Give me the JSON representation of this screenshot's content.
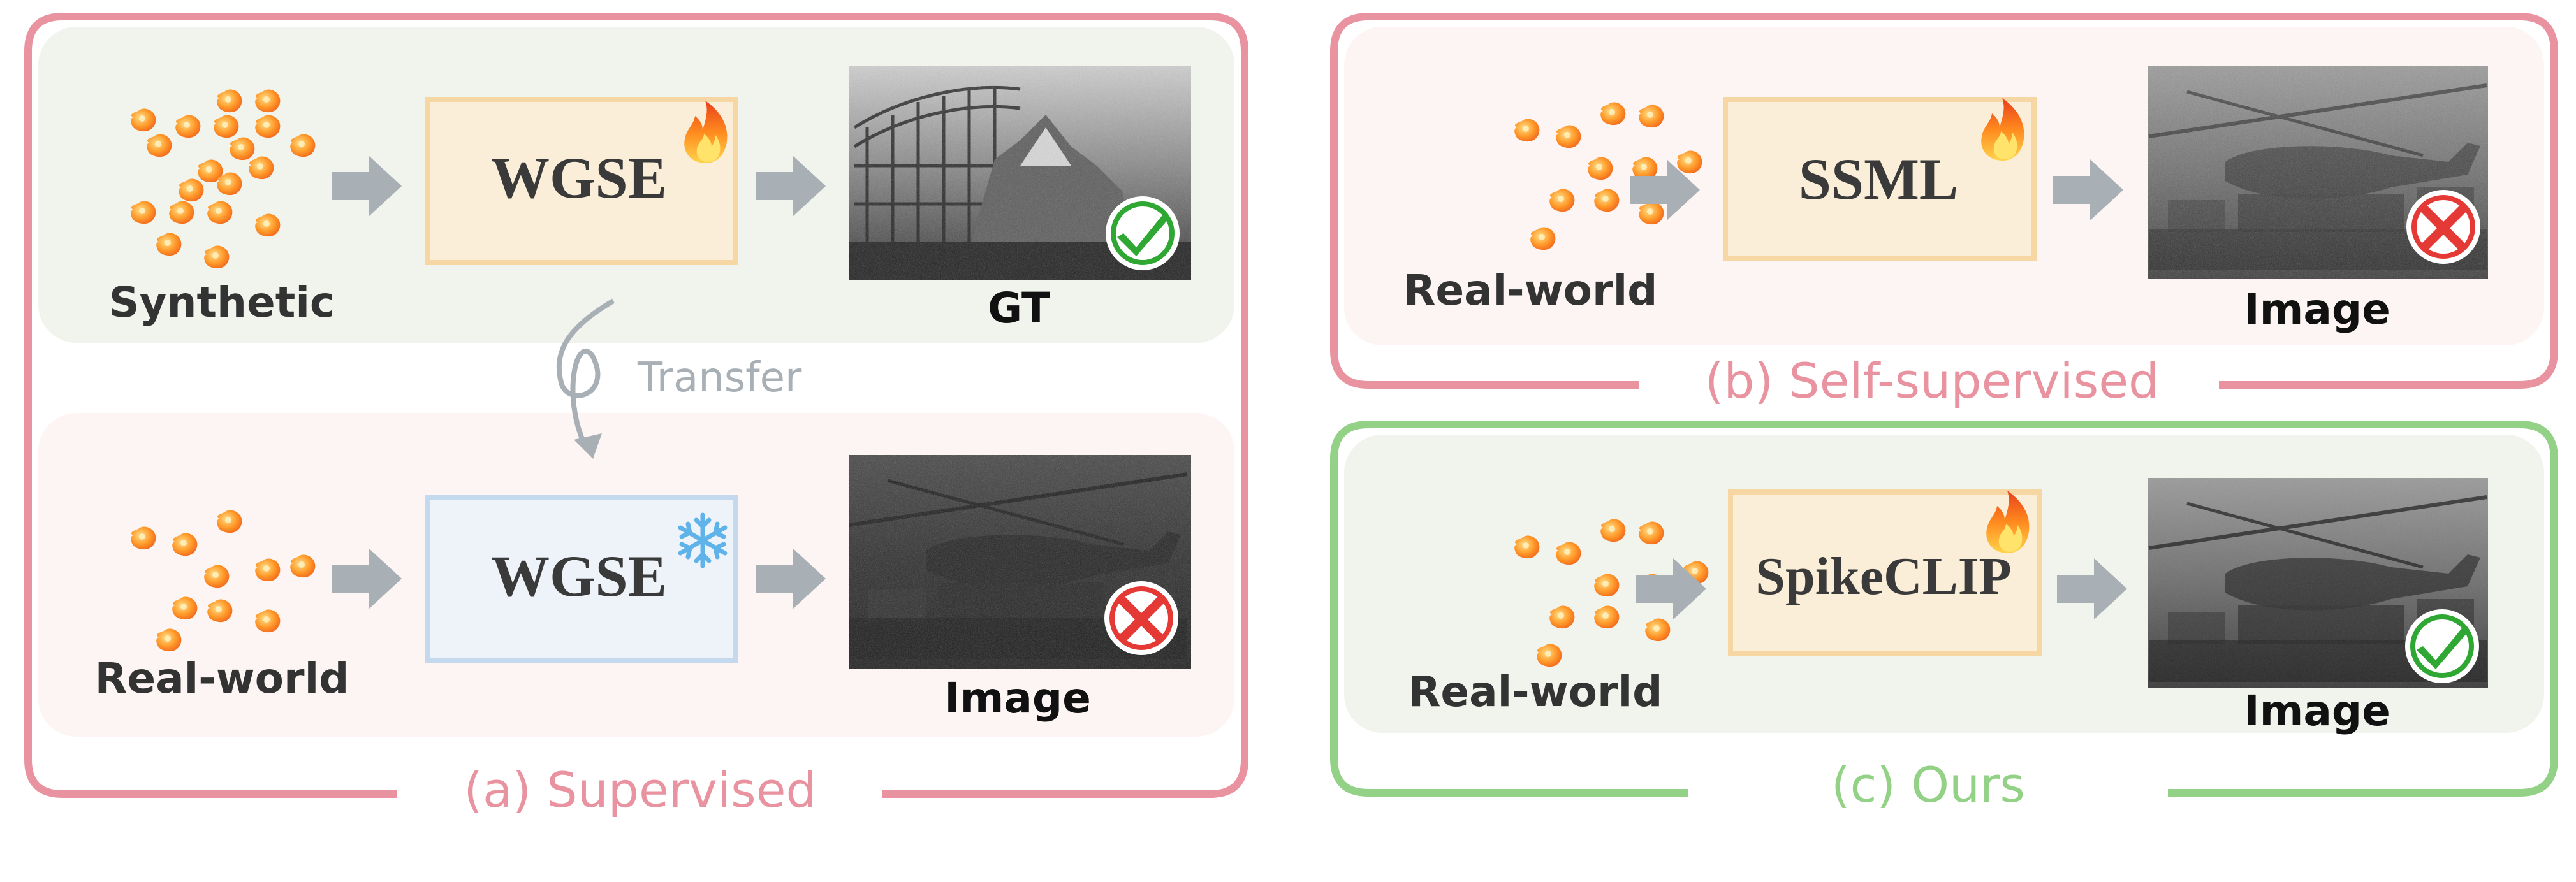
{
  "panels": {
    "a": {
      "caption": "(a) Supervised",
      "top_input_label": "Synthetic",
      "top_model": "WGSE",
      "top_output_label": "GT",
      "transfer_label": "Transfer",
      "bottom_input_label": "Real-world",
      "bottom_model": "WGSE",
      "bottom_output_label": "Image"
    },
    "b": {
      "caption": "(b) Self-supervised",
      "input_label": "Real-world",
      "model": "SSML",
      "output_label": "Image"
    },
    "c": {
      "caption": "(c) Ours",
      "input_label": "Real-world",
      "model": "SpikeCLIP",
      "output_label": "Image"
    }
  },
  "icons": {
    "trainable": "flame-icon",
    "frozen": "snowflake-icon",
    "good": "check-icon",
    "bad": "cross-icon",
    "spike_stream": "spike-cluster"
  },
  "colors": {
    "supervised_border": "#e8939f",
    "ours_border": "#92d186",
    "arrow": "#a9b0b5",
    "trainable_box": "#fbeed8",
    "trainable_box_border": "#f6d7a3",
    "frozen_box": "#eef3fa",
    "frozen_box_border": "#c4d8ee",
    "check": "#2ea832",
    "cross": "#e53935"
  }
}
